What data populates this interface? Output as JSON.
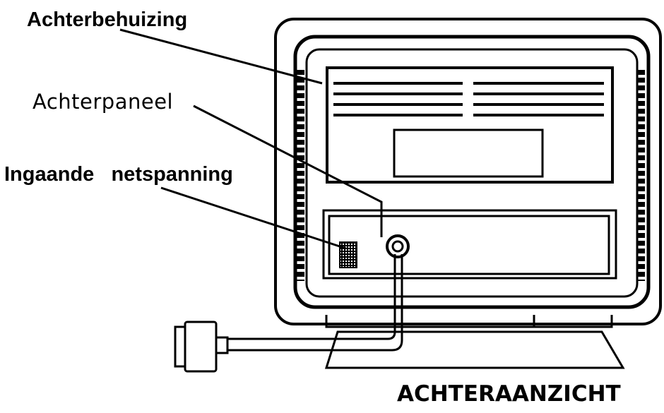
{
  "labels": {
    "rear_housing": "Achterbehuizing",
    "rear_panel": "Achterpaneel",
    "power_inlet": "Ingaande   netspanning",
    "view_title": "ACHTERAANZICHT"
  },
  "colors": {
    "ink": "#000000",
    "background": "#ffffff"
  }
}
